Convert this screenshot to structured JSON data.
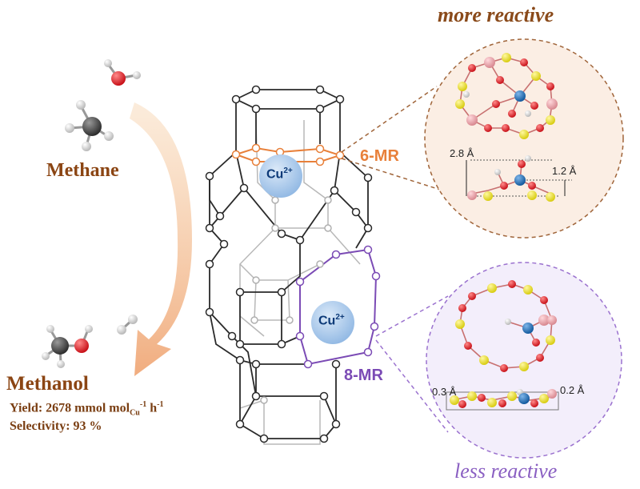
{
  "titles": {
    "more_reactive": "more reactive",
    "less_reactive": "less reactive"
  },
  "reactants": {
    "methane": "Methane",
    "methanol": "Methanol"
  },
  "stats": {
    "yield_prefix": "Yield: 2678 mmol mol",
    "yield_sub": "Cu",
    "yield_sup": "-1",
    "yield_suffix": " h",
    "yield_sup2": "-1",
    "selectivity": "Selectivity: 93 %"
  },
  "rings": {
    "six": "6-MR",
    "eight": "8-MR"
  },
  "cation": {
    "base": "Cu",
    "charge": "2+"
  },
  "distances": {
    "d1": "2.8 Å",
    "d2": "1.2 Å",
    "d3": "0.3 Å",
    "d4": "0.2 Å"
  },
  "colors": {
    "brown": "#8b4513",
    "orange": "#e8803a",
    "purple": "#7b4bb5",
    "cu_sphere": "#a8c8ec",
    "oxygen": "#e0202a",
    "silicon": "#e8e020",
    "aluminum": "#e8a0a8",
    "copper": "#1f6fb5"
  }
}
